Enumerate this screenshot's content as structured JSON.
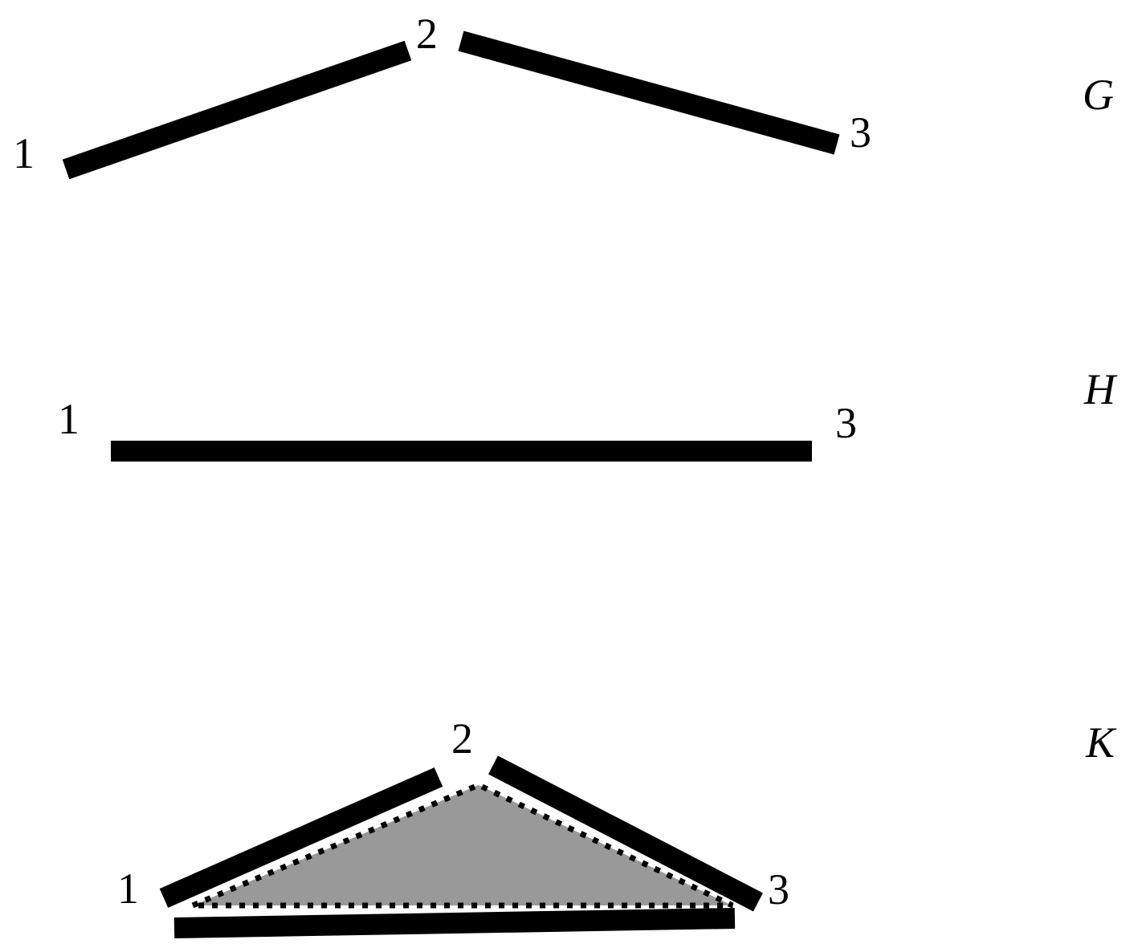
{
  "diagrams": [
    {
      "name": "G",
      "label": "G",
      "vertices": [
        {
          "id": "1",
          "label": "1"
        },
        {
          "id": "2",
          "label": "2"
        },
        {
          "id": "3",
          "label": "3"
        }
      ],
      "edges": [
        [
          "1",
          "2"
        ],
        [
          "2",
          "3"
        ]
      ]
    },
    {
      "name": "H",
      "label": "H",
      "vertices": [
        {
          "id": "1",
          "label": "1"
        },
        {
          "id": "3",
          "label": "3"
        }
      ],
      "edges": [
        [
          "1",
          "3"
        ]
      ]
    },
    {
      "name": "K",
      "label": "K",
      "vertices": [
        {
          "id": "1",
          "label": "1"
        },
        {
          "id": "2",
          "label": "2"
        },
        {
          "id": "3",
          "label": "3"
        }
      ],
      "edges": [
        [
          "1",
          "2"
        ],
        [
          "2",
          "3"
        ],
        [
          "1",
          "3"
        ]
      ],
      "filled_face": {
        "vertices": [
          "1",
          "2",
          "3"
        ],
        "fill": "#999999",
        "outline": "dotted"
      }
    }
  ],
  "colors": {
    "edge": "#000000",
    "face": "#999999",
    "background": "#ffffff"
  }
}
